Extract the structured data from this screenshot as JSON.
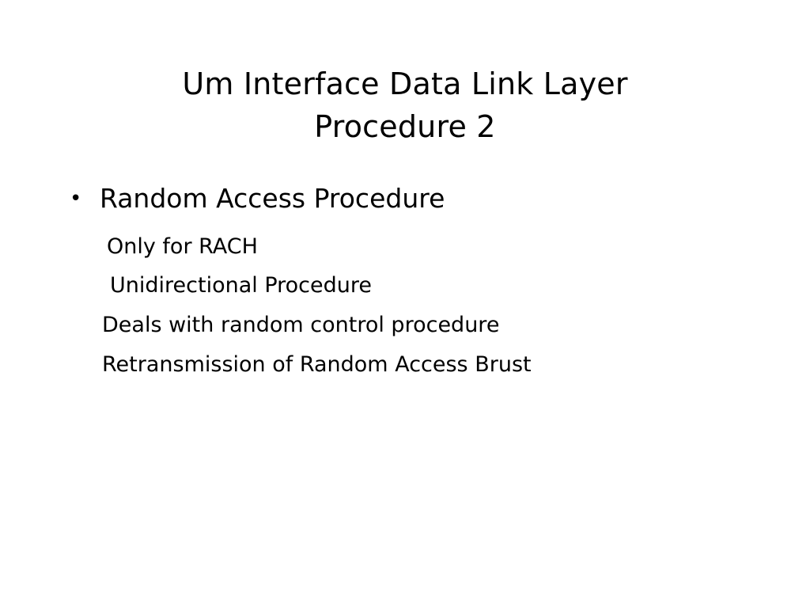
{
  "slide": {
    "title_line1": "Um Interface Data Link Layer",
    "title_line2": "Procedure 2",
    "bullet": {
      "marker": "•",
      "text": "Random Access Procedure"
    },
    "sub_lines": [
      "Only for RACH",
      "Unidirectional Procedure",
      "Deals with random control procedure",
      "Retransmission of Random Access Brust"
    ]
  }
}
